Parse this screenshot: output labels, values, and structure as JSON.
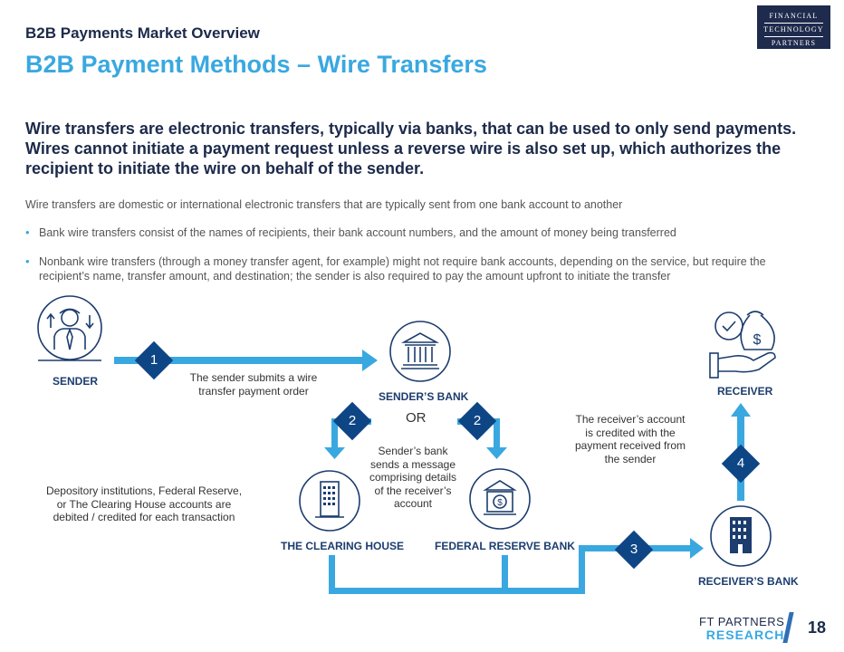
{
  "header": {
    "section": "B2B Payments Market Overview",
    "title": "B2B Payment Methods – Wire Transfers"
  },
  "logo": {
    "line1": "FINANCIAL",
    "line2": "TECHNOLOGY",
    "line3": "PARTNERS"
  },
  "headline": "Wire transfers are electronic transfers, typically via banks, that can be used to only send payments. Wires cannot initiate a payment request unless a reverse wire is also set up, which authorizes the recipient to initiate the wire on behalf of the sender.",
  "intro": "Wire transfers are domestic or international electronic transfers that are typically sent from one bank account to another",
  "bullets": [
    "Bank wire transfers consist of the names of recipients, their bank account numbers, and the amount of money being transferred",
    "Nonbank wire transfers (through a money transfer agent, for example) might not require bank accounts, depending on the service, but require the recipient’s name, transfer amount, and destination; the sender is also required to pay the amount upfront to initiate the transfer"
  ],
  "diagram": {
    "nodes": {
      "sender": "SENDER",
      "senders_bank": "SENDER’S BANK",
      "clearing_house": "THE CLEARING HOUSE",
      "federal_reserve": "FEDERAL RESERVE BANK",
      "receivers_bank": "RECEIVER’S BANK",
      "receiver": "RECEIVER"
    },
    "or_label": "OR",
    "steps": [
      "1",
      "2",
      "2",
      "3",
      "4"
    ],
    "descriptions": {
      "step1": "The sender submits a wire transfer payment order",
      "step2": "Sender’s bank sends a message comprising details of the receiver’s account",
      "step4": "The receiver’s account is credited with the payment received from the sender",
      "depository": "Depository institutions, Federal Reserve, or The Clearing House accounts are debited / credited for each transaction"
    },
    "colors": {
      "light": "#3aa8e0",
      "dark": "#0e4585",
      "icon": "#1c3d6e"
    }
  },
  "footer": {
    "brand_line1": "FT PARTNERS",
    "brand_line2": "RESEARCH",
    "page_number": "18"
  }
}
